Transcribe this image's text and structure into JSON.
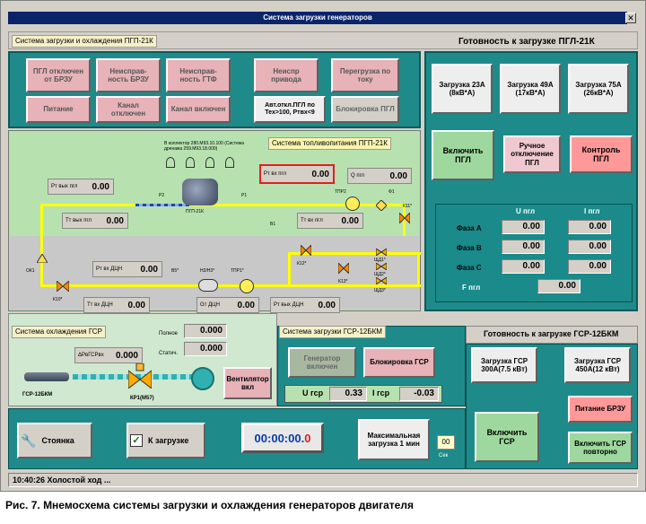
{
  "window": {
    "title": "Система загрузки генераторов"
  },
  "pgp": {
    "section_label": "Система загрузки и охлаждения ПГП-21К",
    "readiness_title": "Готовность к загрузке ПГЛ-21К",
    "alarms": [
      "ПГЛ отключен от БРЗУ",
      "Неисправ-ность БРЗУ",
      "Неисправ-ность ГТФ",
      "Неиспр привода",
      "Перегрузка по току",
      "Питание",
      "Канал отключен",
      "Канал включен",
      "Авт.откл.ПГЛ по Тех>100, Ртвх<9",
      "Блокировка ПГЛ"
    ],
    "load_buttons": [
      "Загрузка 23А (8кВ*А)",
      "Загрузка 49А (17кВ*А)",
      "Загрузка 75А (26кВ*А)"
    ],
    "enable_button": "Включить ПГЛ",
    "manual_off_button": "Ручное отключение ПГЛ",
    "control_button": "Контроль ПГЛ"
  },
  "fuel": {
    "title": "Система топливопитания ПГП-21К",
    "collector_note": "В коллектор 280.М93.10.100 (Система дренажа 259.М93.18.000)",
    "pump_label": "ПГП-21К",
    "meters": [
      {
        "label": "Рт вых пгл",
        "value": "0.00"
      },
      {
        "label": "Рт вх пгл",
        "value": "0.00"
      },
      {
        "label": "Q пгл",
        "value": "0.00"
      },
      {
        "label": "Тт вых пгл",
        "value": "0.00"
      },
      {
        "label": "Тт вх пгл",
        "value": "0.00"
      },
      {
        "label": "Рт вх ДЦН",
        "value": "0.00"
      },
      {
        "label": "Тт вх ДЦН",
        "value": "0.00"
      },
      {
        "label": "Gт ДЦН",
        "value": "0.00"
      },
      {
        "label": "Рт вых ДЦН",
        "value": "0.00"
      }
    ],
    "tags": [
      "Р2",
      "Р1",
      "ТПР2",
      "Ф1",
      "В1",
      "К11*",
      "ОК1",
      "К10*",
      "В5*",
      "Н2/Н3*",
      "ТПР1*",
      "К12*",
      "К13*",
      "ЩД1*",
      "ЩД2*",
      "ЩД3*"
    ]
  },
  "phases": {
    "col_u": "U пгл",
    "col_i": "I пгл",
    "rows": [
      {
        "name": "Фаза А",
        "u": "0.00",
        "i": "0.00"
      },
      {
        "name": "Фаза В",
        "u": "0.00",
        "i": "0.00"
      },
      {
        "name": "Фаза С",
        "u": "0.00",
        "i": "0.00"
      }
    ],
    "freq_label": "F пгл",
    "freq_value": "0.00"
  },
  "cooling": {
    "title": "Система охлаждения ГСР",
    "full_label": "Полное",
    "full_value": "0.000",
    "static_label": "Статич.",
    "static_value": "0.000",
    "drop_label": "ΔРвГСРвх",
    "drop_value": "0.000",
    "gen_label": "ГСР-12БКМ",
    "valve_label": "КР1(М57)",
    "fan_button": "Вентилятор вкл"
  },
  "gsr": {
    "title": "Система загрузки ГСР-12БКМ",
    "gen_on": "Генератор включен",
    "block": "Блокировка ГСР",
    "u_label": "U гср",
    "u_value": "0.33",
    "i_label": "I гср",
    "i_value": "-0.03",
    "readiness_title": "Готовность к загрузке ГСР-12БКМ",
    "load_300": "Загрузка ГСР 300А(7.5 кВт)",
    "load_450": "Загрузка ГСР 450А(12 кВт)",
    "enable": "Включить ГСР",
    "power_brzu": "Питание БРЗУ",
    "enable_again": "Включить ГСР повторно"
  },
  "bottom": {
    "stop": "Стоянка",
    "to_load": "К загрузке",
    "timer": "00:00:00.",
    "timer_tail": "0",
    "max_load": "Максимальная загрузка 1 мин",
    "sec_value": "00",
    "sec_label": "Сек"
  },
  "status": "10:40:26 Холостой ход ...",
  "caption": "Рис. 7. Мнемосхема системы загрузки и охлаждения генераторов двигателя",
  "colors": {
    "teal": "#1f8a8a",
    "title_blue": "#0a246a",
    "green_panel": "#b7e2b0",
    "pipe_yellow": "#ffff00"
  }
}
